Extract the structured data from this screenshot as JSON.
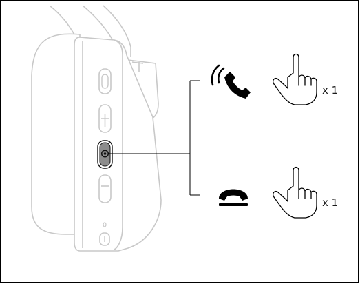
{
  "figure": {
    "answer_call": {
      "icon": "phone-ringing-icon",
      "gesture": "single-tap-finger-icon",
      "count_label": "x 1"
    },
    "end_call": {
      "icon": "hang-up-phone-icon",
      "gesture": "single-tap-finger-icon",
      "count_label": "x 1"
    },
    "highlighted_button": "multifunction-button",
    "headphone_buttons": [
      "power-slider-icon",
      "volume-up-icon",
      "multifunction-button",
      "volume-down-icon",
      "usb-port"
    ],
    "colors": {
      "outline": "#c8c8c8",
      "ink": "#000000",
      "highlight_fill": "#8c8c8c"
    }
  }
}
